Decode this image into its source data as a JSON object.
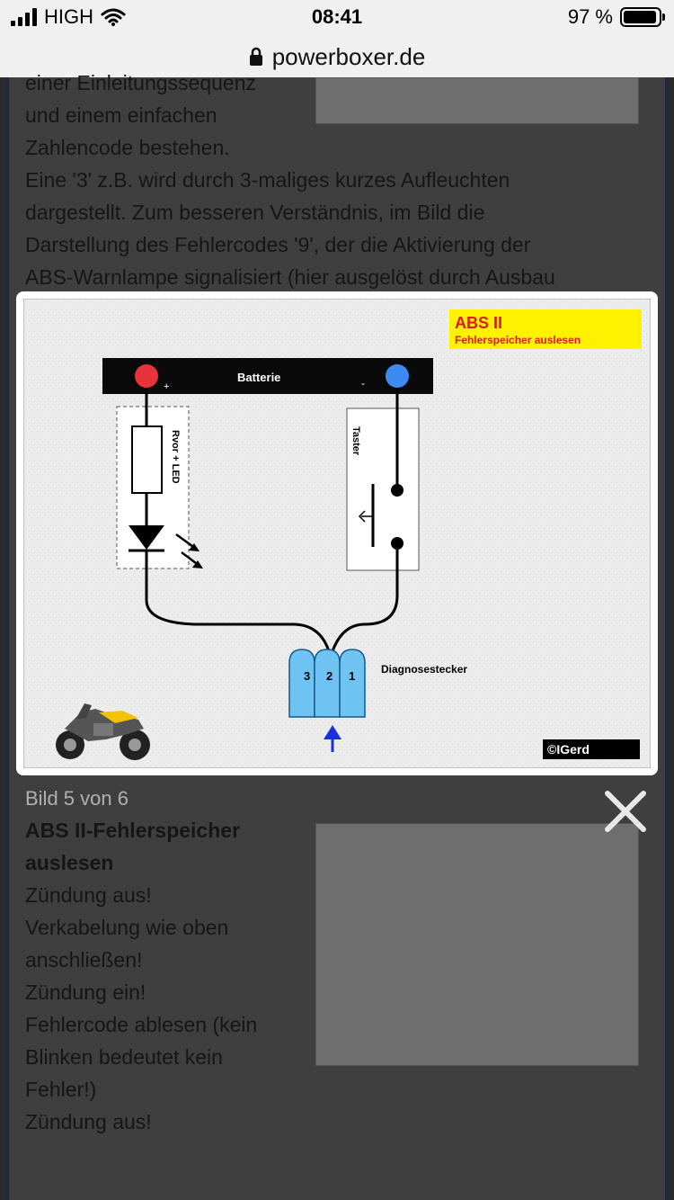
{
  "status": {
    "carrier": "HIGH",
    "time": "08:41",
    "battery": "97 %"
  },
  "browser": {
    "url": "powerboxer.de"
  },
  "article": {
    "lines_top": [
      "einer Einleitungssequenz",
      "und einem einfachen",
      "Zahlencode bestehen.",
      "Eine '3' z.B. wird durch 3-maliges kurzes Aufleuchten",
      "dargestellt. Zum besseren Verständnis, im Bild die",
      "Darstellung des Fehlercodes '9', der die Aktivierung der",
      "ABS-Warnlampe signalisiert (hier ausgelöst durch Ausbau"
    ],
    "heading_lines": [
      "ABS II-Fehlerspeicher",
      "auslesen"
    ],
    "lines_bottom": [
      "Zündung aus!",
      "Verkabelung wie oben",
      "anschließen!",
      "Zündung ein!",
      "Fehlercode ablesen (kein",
      "Blinken bedeutet kein",
      "Fehler!)",
      "Zündung aus!"
    ]
  },
  "lightbox": {
    "caption": "Bild 5 von 6",
    "diagram": {
      "title": "ABS II",
      "subtitle": "Fehlerspeicher auslesen",
      "battery_label": "Batterie",
      "plus": "+",
      "minus": "-",
      "resistor_label": "Rvor + LED",
      "switch_label": "Taster",
      "connector_label": "Diagnosestecker",
      "pins": [
        "3",
        "2",
        "1"
      ],
      "copyright": "©IGerd",
      "colors": {
        "title_bg": "#fff200",
        "title_text": "#e01b1b",
        "pos_terminal": "#e8323c",
        "neg_terminal": "#3d8bf2",
        "connector": "#6fc3f3",
        "arrow": "#1b2ee0"
      }
    }
  },
  "icons": [
    "lock-icon",
    "wifi-icon",
    "signal-icon",
    "battery-icon",
    "close-icon",
    "motorcycle-icon"
  ]
}
